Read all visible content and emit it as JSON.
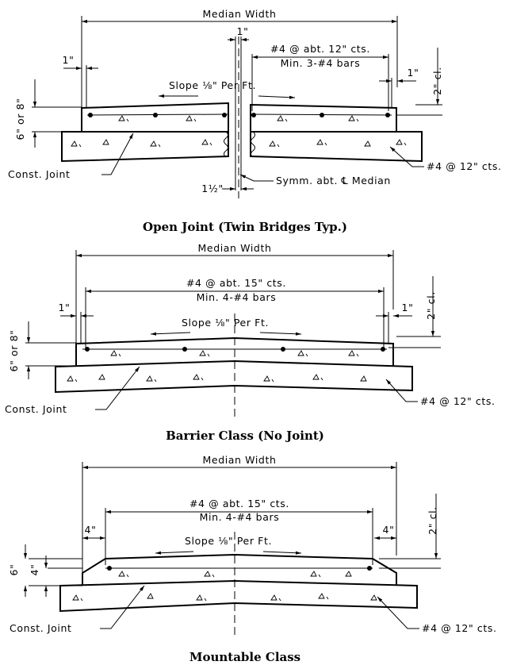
{
  "details": [
    {
      "caption": "Open Joint (Twin Bridges Typ.)",
      "median_width": "Median Width",
      "top_dim": "1\"",
      "left_dim": "1\"",
      "right_dim": "1\"",
      "reinf_line1": "#4 @ abt. 12\" cts.",
      "reinf_line2": "Min. 3-#4 bars",
      "slope": "Slope ⅛\" Per Ft.",
      "depth_label": "6\" or 8\"",
      "cover_label": "2\" cl.",
      "const_joint": "Const. Joint",
      "bars_label": "#4 @ 12\" cts.",
      "gap_label": "1½\"",
      "symm_label": "Symm. abt. ℄ Median"
    },
    {
      "caption": "Barrier Class (No Joint)",
      "median_width": "Median Width",
      "left_dim": "1\"",
      "right_dim": "1\"",
      "reinf_line1": "#4 @ abt. 15\" cts.",
      "reinf_line2": "Min. 4-#4 bars",
      "slope": "Slope ⅛\" Per Ft.",
      "depth_label": "6\" or 8\"",
      "cover_label": "2\" cl.",
      "const_joint": "Const. Joint",
      "bars_label": "#4 @ 12\" cts."
    },
    {
      "caption": "Mountable Class",
      "median_width": "Median Width",
      "left_dim": "4\"",
      "right_dim": "4\"",
      "reinf_line1": "#4 @ abt. 15\" cts.",
      "reinf_line2": "Min. 4-#4 bars",
      "slope": "Slope ⅛\" Per Ft.",
      "depth_label": "6\"",
      "inner_depth_label": "4\"",
      "cover_label": "2\" cl.",
      "const_joint": "Const. Joint",
      "bars_label": "#4 @ 12\" cts."
    }
  ]
}
